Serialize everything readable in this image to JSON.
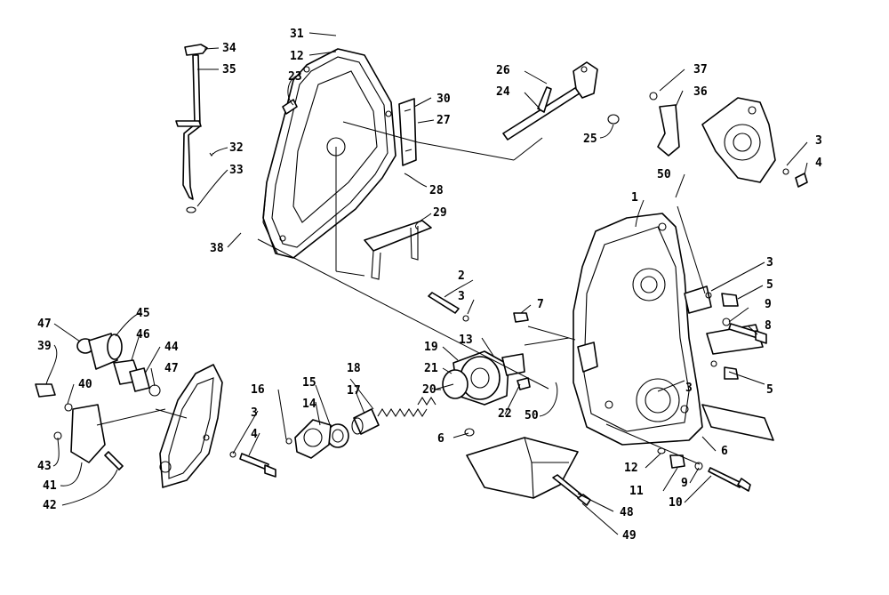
{
  "diagram": {
    "callouts": [
      {
        "label": "1"
      },
      {
        "label": "2"
      },
      {
        "label": "3"
      },
      {
        "label": "3"
      },
      {
        "label": "3"
      },
      {
        "label": "3"
      },
      {
        "label": "3"
      },
      {
        "label": "4"
      },
      {
        "label": "4"
      },
      {
        "label": "5"
      },
      {
        "label": "5"
      },
      {
        "label": "6"
      },
      {
        "label": "6"
      },
      {
        "label": "7"
      },
      {
        "label": "8"
      },
      {
        "label": "9"
      },
      {
        "label": "9"
      },
      {
        "label": "10"
      },
      {
        "label": "11"
      },
      {
        "label": "12"
      },
      {
        "label": "12"
      },
      {
        "label": "13"
      },
      {
        "label": "14"
      },
      {
        "label": "15"
      },
      {
        "label": "16"
      },
      {
        "label": "17"
      },
      {
        "label": "18"
      },
      {
        "label": "19"
      },
      {
        "label": "20"
      },
      {
        "label": "21"
      },
      {
        "label": "22"
      },
      {
        "label": "23"
      },
      {
        "label": "24"
      },
      {
        "label": "25"
      },
      {
        "label": "26"
      },
      {
        "label": "27"
      },
      {
        "label": "28"
      },
      {
        "label": "29"
      },
      {
        "label": "30"
      },
      {
        "label": "31"
      },
      {
        "label": "32"
      },
      {
        "label": "33"
      },
      {
        "label": "34"
      },
      {
        "label": "35"
      },
      {
        "label": "36"
      },
      {
        "label": "37"
      },
      {
        "label": "38"
      },
      {
        "label": "39"
      },
      {
        "label": "40"
      },
      {
        "label": "41"
      },
      {
        "label": "42"
      },
      {
        "label": "43"
      },
      {
        "label": "44"
      },
      {
        "label": "45"
      },
      {
        "label": "46"
      },
      {
        "label": "47"
      },
      {
        "label": "47"
      },
      {
        "label": "48"
      },
      {
        "label": "49"
      },
      {
        "label": "50"
      },
      {
        "label": "50"
      }
    ]
  }
}
